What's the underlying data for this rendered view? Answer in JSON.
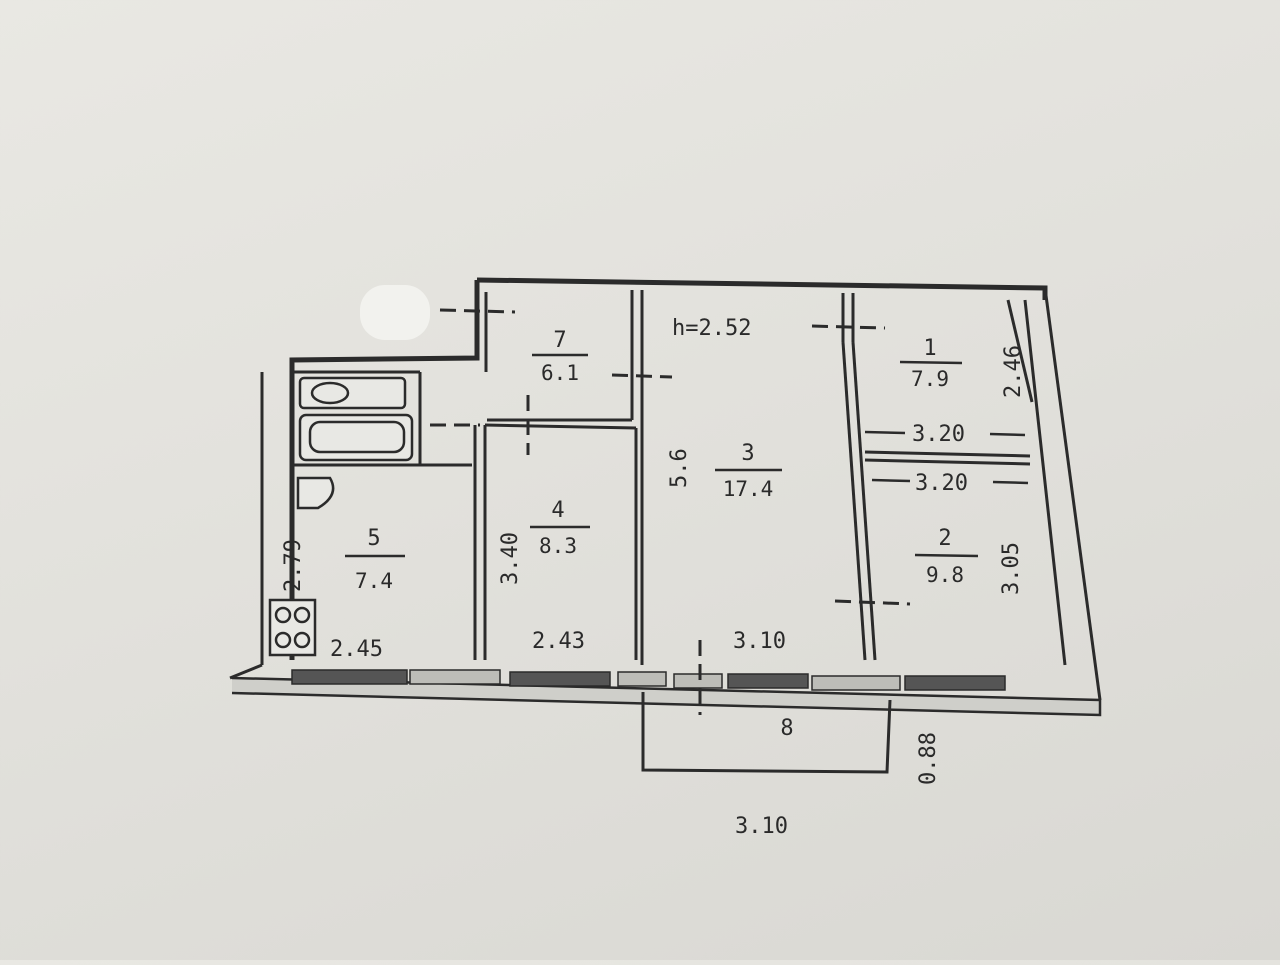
{
  "plan": {
    "ceiling_height": "h=2.52",
    "rooms": [
      {
        "number": "1",
        "area": "7.9"
      },
      {
        "number": "2",
        "area": "9.8"
      },
      {
        "number": "3",
        "area": "17.4"
      },
      {
        "number": "4",
        "area": "8.3"
      },
      {
        "number": "5",
        "area": "7.4"
      },
      {
        "number": "7",
        "area": "6.1"
      },
      {
        "number": "8",
        "area": ""
      }
    ],
    "dimensions": {
      "room1_height": "2.46",
      "room1_width": "3.20",
      "room2_width": "3.20",
      "room2_height": "3.05",
      "room3_height": "5.6",
      "room3_width": "3.10",
      "room4_height": "3.40",
      "room4_width": "2.43",
      "room5_height": "2.79",
      "room5_width": "2.45",
      "balcony_depth": "0.88",
      "balcony_width": "3.10"
    }
  },
  "colors": {
    "paper": "#e4e3de",
    "ink": "#2b2b2b"
  }
}
